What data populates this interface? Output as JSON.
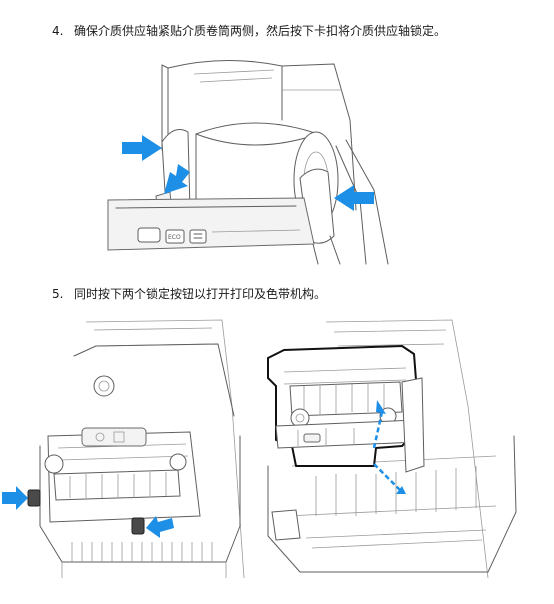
{
  "steps": [
    {
      "number": "4.",
      "text": "确保介质供应轴紧贴介质卷筒两侧，然后按下卡扣将介质供应轴锁定。"
    },
    {
      "number": "5.",
      "text": "同时按下两个锁定按钮以打开打印及色带机构。"
    }
  ],
  "panel": {
    "eco_label": "ECO"
  },
  "colors": {
    "arrow": "#1e8fe6",
    "line_art": "#5e5e5e",
    "background": "#ffffff"
  }
}
